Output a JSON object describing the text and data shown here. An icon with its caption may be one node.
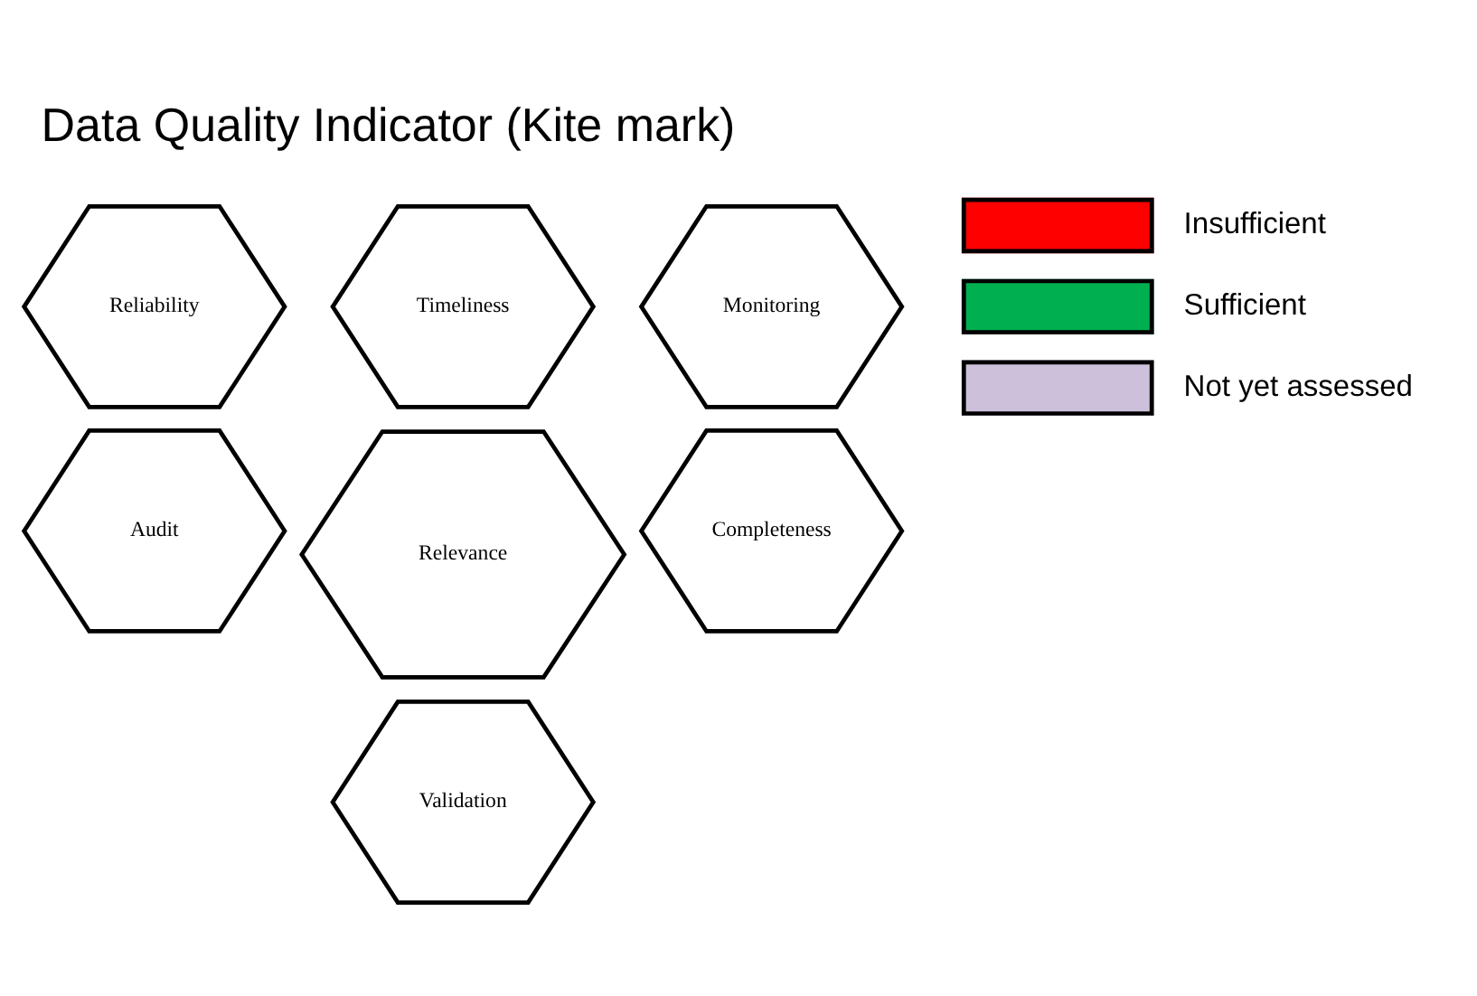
{
  "diagram": {
    "title": "Data Quality Indicator (Kite mark)",
    "nodes": [
      {
        "text": [
          "Timeliness"
        ]
      },
      {
        "text": [
          "Reliability"
        ]
      },
      {
        "text": [
          "Monitoring"
        ]
      },
      {
        "text": [
          "Relevance"
        ]
      },
      {
        "text": [
          "Audit"
        ]
      },
      {
        "text": [
          "Completeness"
        ]
      },
      {
        "text": [
          "Validation"
        ]
      }
    ],
    "edges": [],
    "legend": [
      {
        "text": "Insufficient",
        "color": "#ff0000"
      },
      {
        "text": "Sufficient",
        "color": "#00b050"
      },
      {
        "text": "Not yet assessed",
        "color": "#ccc0da"
      }
    ]
  }
}
